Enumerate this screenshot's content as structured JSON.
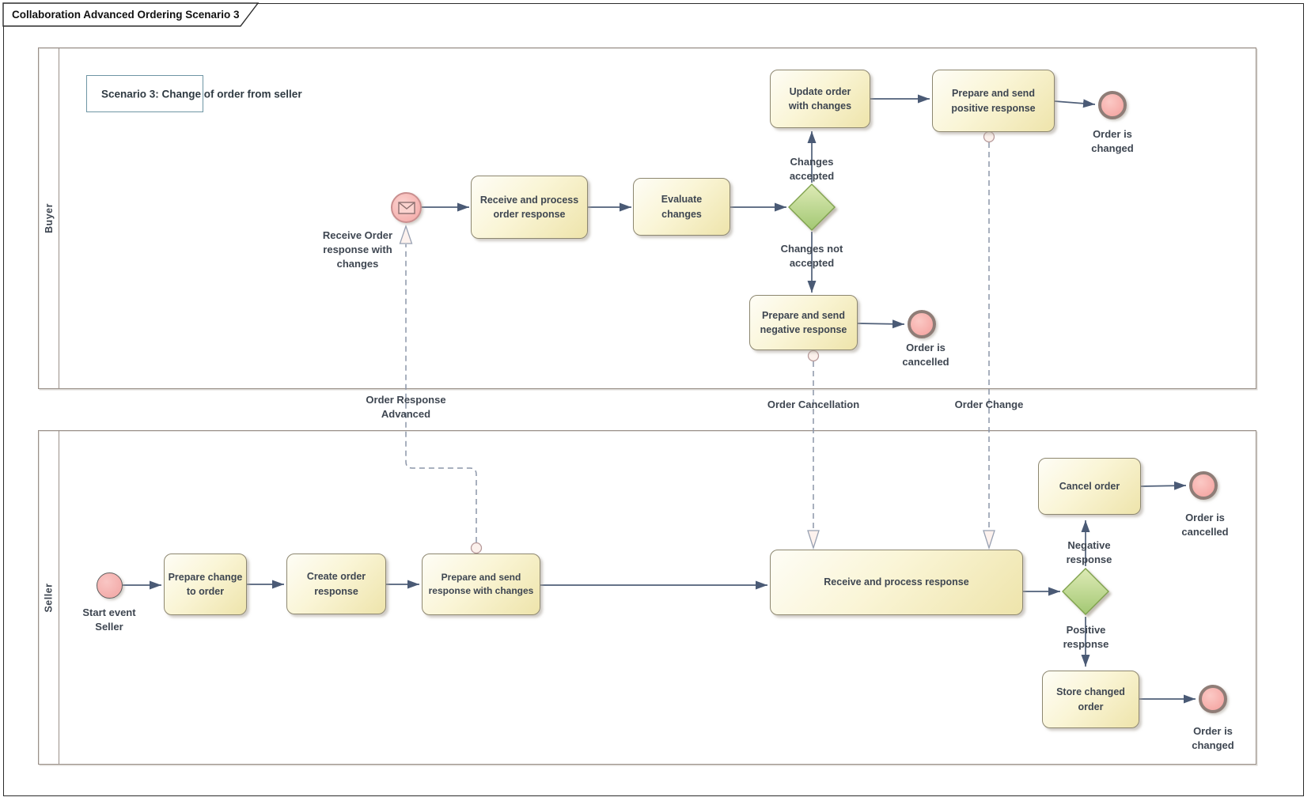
{
  "frame": {
    "title": "Collaboration Advanced Ordering Scenario 3"
  },
  "annotation": "Scenario 3: Change of order from seller",
  "pools": {
    "buyer_label": "Buyer",
    "seller_label": "Seller"
  },
  "buyer": {
    "start_event_label": "Receive Order response with changes",
    "tasks": {
      "receive_process": "Receive and process order response",
      "evaluate": "Evaluate changes",
      "update_order": "Update order with changes",
      "send_positive": "Prepare and send positive response",
      "send_negative": "Prepare and send negative response"
    },
    "gateway_branches": {
      "accepted": "Changes accepted",
      "not_accepted": "Changes not accepted"
    },
    "ends": {
      "changed": "Order is changed",
      "cancelled": "Order is cancelled"
    }
  },
  "seller": {
    "start_event_label": "Start event Seller",
    "tasks": {
      "prepare_change": "Prepare change to order",
      "create_response": "Create order response",
      "send_response": "Prepare and send response with changes",
      "receive_process": "Receive and process response",
      "cancel_order": "Cancel order",
      "store_changed": "Store changed order"
    },
    "gateway_branches": {
      "negative": "Negative response",
      "positive": "Positive response"
    },
    "ends": {
      "cancelled": "Order is cancelled",
      "changed": "Order is changed"
    }
  },
  "message_flows": {
    "order_response_advanced": "Order Response Advanced",
    "order_cancellation": "Order Cancellation",
    "order_change": "Order Change"
  },
  "colors": {
    "task_fill_top": "#fefdf6",
    "task_fill_bottom": "#eee4ab",
    "task_border": "#8d8770",
    "gateway_fill": "#b5d283",
    "gateway_border": "#7fa24e",
    "event_fill": "#f5a9a6",
    "start_event_border": "#c98f8f",
    "end_event_border": "#8f7d77",
    "sequence_flow": "#4f5f78",
    "message_flow": "#8b95a8",
    "annotation_border": "#6f96a4",
    "pool_border": "#9a9089",
    "text": "#3e4651"
  }
}
